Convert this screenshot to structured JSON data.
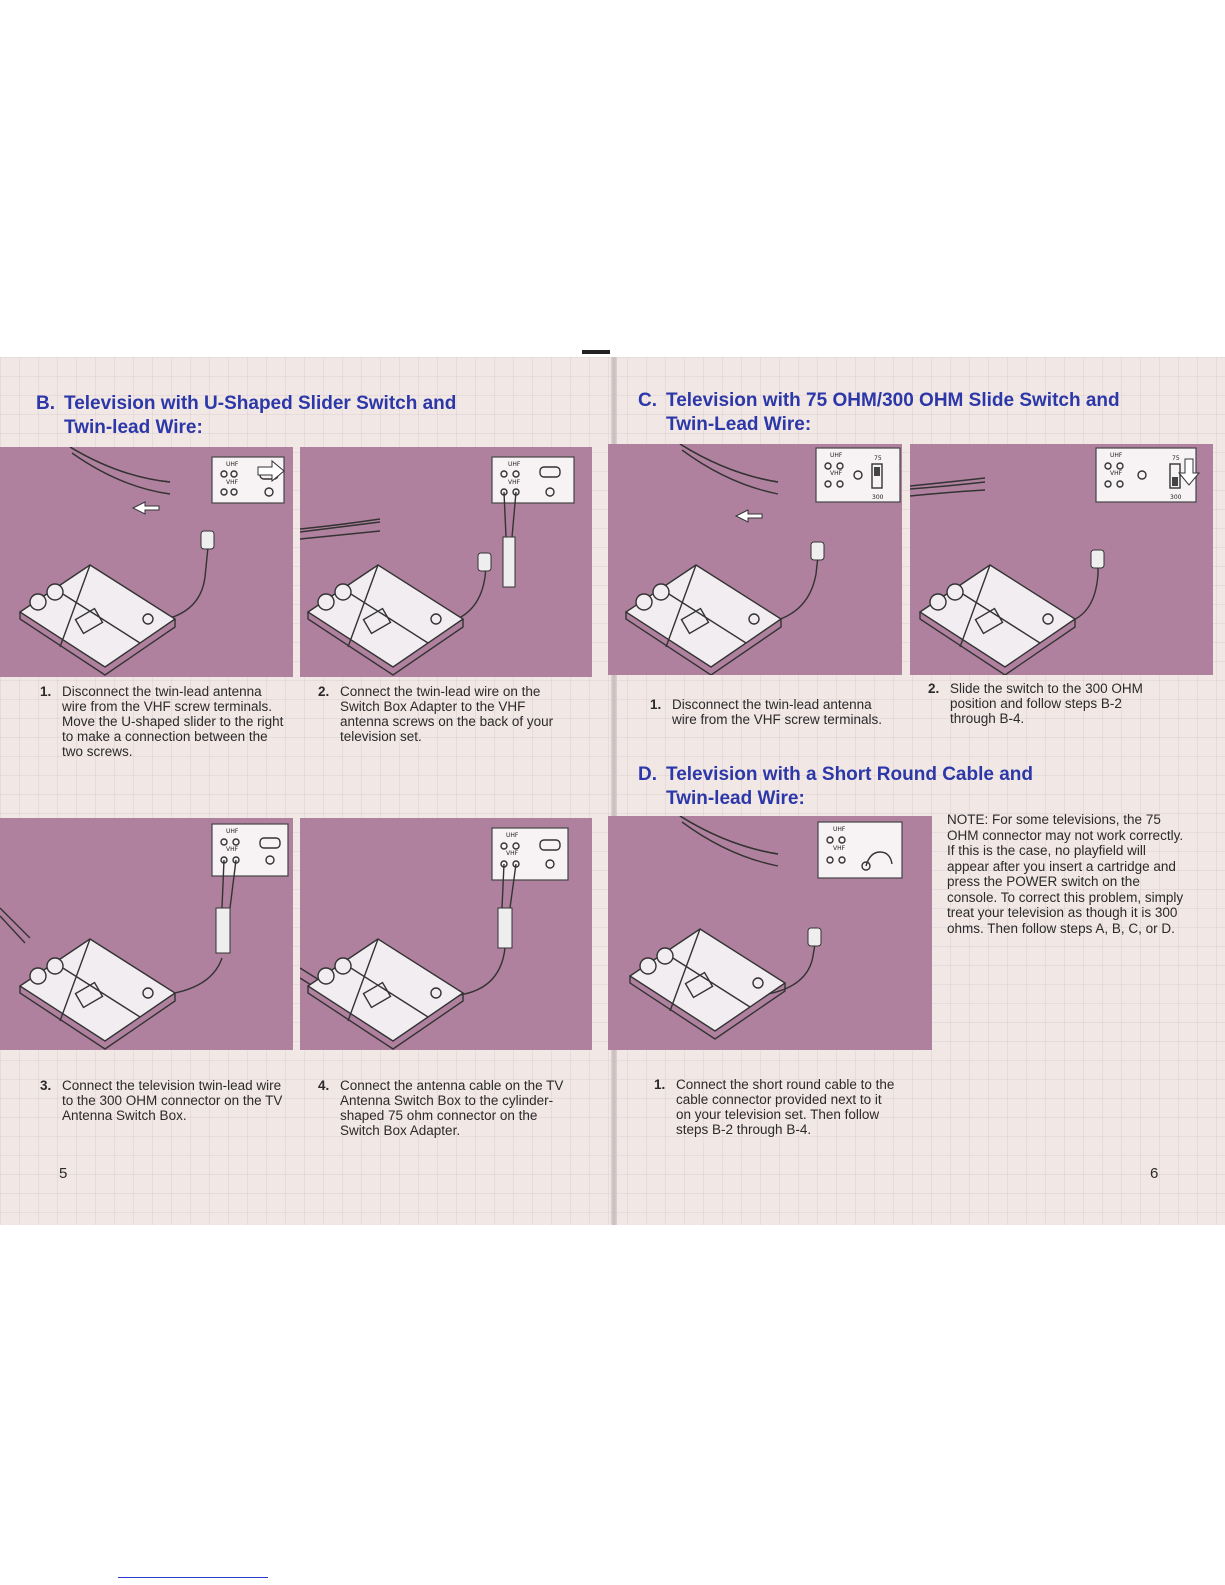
{
  "left_page": {
    "section_b": {
      "letter": "B.",
      "line1": "Television with U-Shaped Slider Switch and",
      "line2": "Twin-lead Wire:"
    },
    "steps": [
      {
        "num": "1.",
        "text": "Disconnect the twin-lead antenna wire from the VHF screw terminals. Move the U-shaped slider to the right to make a connection between the two screws."
      },
      {
        "num": "2.",
        "text": "Connect the twin-lead wire on the Switch Box Adapter to the VHF antenna screws on the back of your television set."
      },
      {
        "num": "3.",
        "text": "Connect the television twin-lead wire to the 300 OHM connector on the TV Antenna Switch Box."
      },
      {
        "num": "4.",
        "text": "Connect the antenna cable on the TV Antenna Switch Box to the cylinder-shaped 75 ohm connector on the Switch Box Adapter."
      }
    ],
    "page_number": "5"
  },
  "right_page": {
    "section_c": {
      "letter": "C.",
      "line1": "Television with 75 OHM/300 OHM Slide Switch and",
      "line2": "Twin-Lead Wire:"
    },
    "section_c_steps": [
      {
        "num": "1.",
        "text": "Disconnect the twin-lead antenna wire from the VHF screw terminals."
      },
      {
        "num": "2.",
        "text": "Slide the switch to the 300 OHM position and follow steps B-2 through B-4."
      }
    ],
    "section_d": {
      "letter": "D.",
      "line1": "Television with a Short Round Cable and",
      "line2": "Twin-lead Wire:"
    },
    "section_d_steps": [
      {
        "num": "1.",
        "text": "Connect the short round cable to the cable connector provided next to it on your television set. Then follow steps B-2 through B-4."
      }
    ],
    "note": "NOTE: For some televisions, the 75 OHM connector may not work correctly. If this is the case, no playfield will appear after you insert a cartridge and press the POWER switch on the console. To correct this problem, simply treat your television as though it is 300 ohms. Then follow steps A, B, C, or D.",
    "page_number": "6"
  },
  "panel_labels": {
    "uhf": "UHF",
    "vhf": "VHF",
    "ohm75": "75",
    "ohm300": "300"
  },
  "colors": {
    "heading": "#2c37a8",
    "panel": "#b0819e",
    "paper": "#f1e7e5"
  }
}
